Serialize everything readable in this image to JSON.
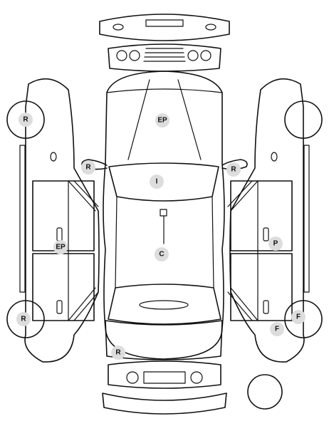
{
  "diagram": {
    "markers": [
      {
        "id": "left-front-wheel",
        "code": "R"
      },
      {
        "id": "left-rear-wheel",
        "code": "R"
      },
      {
        "id": "left-side-panel",
        "code": "EP"
      },
      {
        "id": "left-mirror",
        "code": "R"
      },
      {
        "id": "hood",
        "code": "EP"
      },
      {
        "id": "windshield",
        "code": "I"
      },
      {
        "id": "roof",
        "code": "C"
      },
      {
        "id": "rear-bumper",
        "code": "R"
      },
      {
        "id": "right-mirror",
        "code": "R"
      },
      {
        "id": "right-side-panel",
        "code": "P"
      },
      {
        "id": "right-rear-wheel",
        "code": "F"
      },
      {
        "id": "right-rear-quarter",
        "code": "F"
      }
    ]
  }
}
